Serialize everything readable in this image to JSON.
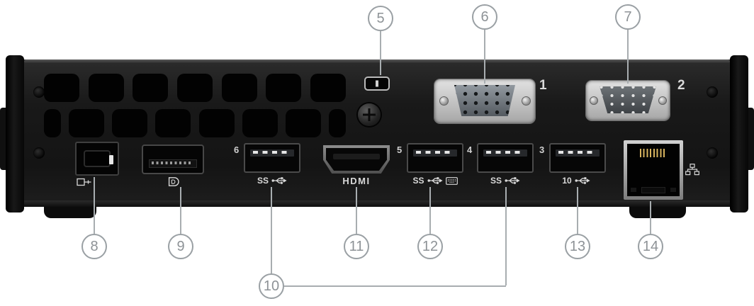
{
  "callouts": [
    {
      "number": "5",
      "points_to": "security-lock-slot"
    },
    {
      "number": "6",
      "points_to": "vga-port"
    },
    {
      "number": "7",
      "points_to": "serial-port"
    },
    {
      "number": "8",
      "points_to": "power-connector"
    },
    {
      "number": "9",
      "points_to": "displayport"
    },
    {
      "number": "10",
      "points_to": "usb-ports-6-and-4"
    },
    {
      "number": "11",
      "points_to": "hdmi-port"
    },
    {
      "number": "12",
      "points_to": "usb-port-5"
    },
    {
      "number": "13",
      "points_to": "usb-port-3"
    },
    {
      "number": "14",
      "points_to": "ethernet-port"
    }
  ],
  "chassis_markings": {
    "vga_number": "1",
    "serial_number": "2",
    "usb_numbers": {
      "first": "6",
      "second": "5",
      "third": "4",
      "fourth": "3"
    },
    "hdmi_label": "HDMI",
    "usb_superspeed_label": "SS",
    "usb_10gbps_label": "10"
  },
  "colors": {
    "background": "#ffffff",
    "chassis": "#191919",
    "callout_border": "#9aa0a4",
    "callout_text": "#8d9296",
    "callout_line": "#a8adb0",
    "marking_text": "#d9d9d9"
  }
}
